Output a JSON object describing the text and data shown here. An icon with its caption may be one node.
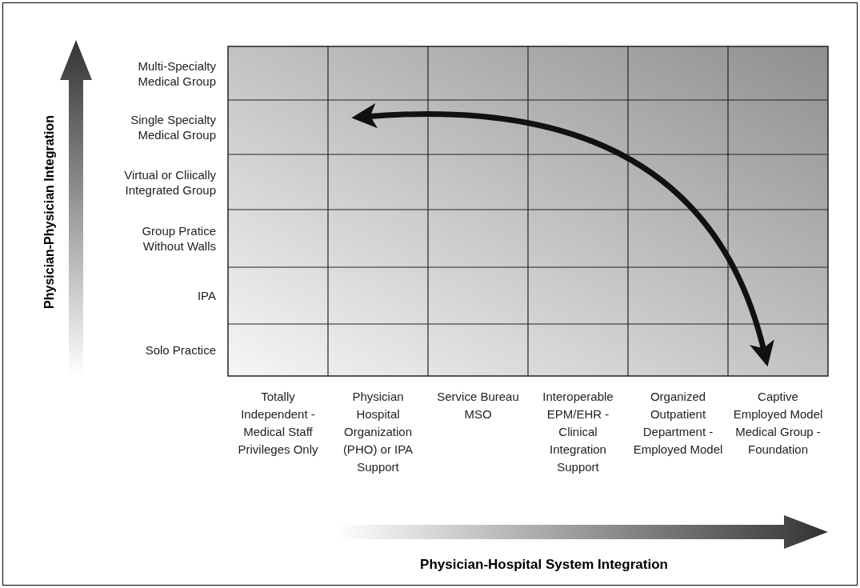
{
  "diagram": {
    "labels": [
      "Physician-Physician Integration",
      "Multi-Specialty Medical Group",
      "Single Specialty Medical Group",
      "Virtual or Cliically Integrated Group",
      "Group Pratice Without Walls",
      "IPA",
      "Solo Practice",
      "Totally Independent - Medical Staff Privileges Only",
      "Physician Hospital Organization (PHO) or IPA Support",
      "Service Bureau MSO",
      "Interoperable EPM/EHR - Clinical Integration Support",
      "Organized Outpatient Department - Employed Model",
      "Captive Employed Model Medical Group - Foundation",
      "Physician-Hospital System Integration"
    ]
  }
}
